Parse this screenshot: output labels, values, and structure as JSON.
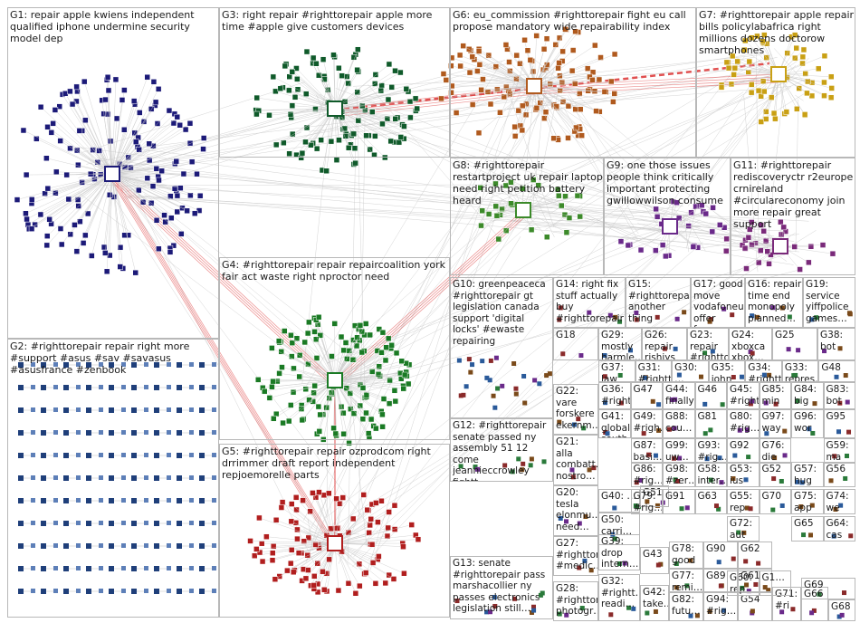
{
  "graph": {
    "colors": {
      "g1": "#1c1a78",
      "g2": "#1f3f7a",
      "g3": "#0f5a2a",
      "g4": "#1a7a24",
      "g5": "#b11e1e",
      "g6": "#b05a1e",
      "g7": "#c9a014",
      "g8": "#3c8a2a",
      "g9": "#6a2a8a",
      "g11": "#7a2a7a",
      "edge": "#c9c9c9",
      "inter": "#dd3333"
    },
    "groups": [
      {
        "id": "G1",
        "label": "G1: repair apple kwiens independent qualified iphone undermine security model dep"
      },
      {
        "id": "G2",
        "label": "G2: #righttorepair repair right more #support #asus #sav #savasus #asusfrance #zenbook"
      },
      {
        "id": "G3",
        "label": "G3: right repair #righttorepair apple more time #apple give customers devices"
      },
      {
        "id": "G4",
        "label": "G4: #righttorepair repair repaircoalition york fair act waste right nproctor need"
      },
      {
        "id": "G5",
        "label": "G5: #righttorepair repair ozprodcom right drrimmer draft report independent repjoemorelle parts"
      },
      {
        "id": "G6",
        "label": "G6: eu_commission #righttorepair fight eu call propose mandatory wide repairability index"
      },
      {
        "id": "G7",
        "label": "G7: #righttorepair apple repair bills policylabafrica right millions dozens doctorow smartphones"
      },
      {
        "id": "G8",
        "label": "G8: #righttorepair restartproject uk repair laptop need right petition battery heard"
      },
      {
        "id": "G9",
        "label": "G9: one those issues people think critically important protecting gwillowwilson consume"
      },
      {
        "id": "G10",
        "label": "G10: greenpeaceca #righttorepair gt legislation canada support 'digital locks' #ewaste repairing"
      },
      {
        "id": "G11",
        "label": "G11: #righttorepair rediscoveryctr r2europe crnireland #circulareconomy join more repair great support"
      },
      {
        "id": "G12",
        "label": "G12: #righttorepair senate passed ny assembly 51 12 come jeannieccrowley fightt…"
      },
      {
        "id": "G13",
        "label": "G13: senate #righttorepair pass marshacollier ny passes electronics legislation still…"
      },
      {
        "id": "G14",
        "label": "G14: right fix stuff actually buy #righttorepair…"
      },
      {
        "id": "G15",
        "label": "G15: #righttorepair another thing consumer…"
      },
      {
        "id": "G16",
        "label": "G16: repair time end monopoly planned…"
      },
      {
        "id": "G17",
        "label": "G17: good move vodafoneuk offer free…"
      },
      {
        "id": "G18",
        "label": "G18"
      },
      {
        "id": "G19",
        "label": "G19: service yiffpolice games…"
      },
      {
        "id": "G20",
        "label": "G20: tesla elonmu… need…"
      },
      {
        "id": "G21",
        "label": "G21: alla combatt… nostro…"
      },
      {
        "id": "G22",
        "label": "G22: vare forskere ekernm…"
      },
      {
        "id": "G23",
        "label": "G23: repair #rightto…"
      },
      {
        "id": "G24",
        "label": "G24: xboxca xbox…"
      },
      {
        "id": "G25",
        "label": "G25"
      },
      {
        "id": "G26",
        "label": "G26: repair rishiys"
      },
      {
        "id": "G27",
        "label": "G27: #righttorepair #medic…"
      },
      {
        "id": "G28",
        "label": "G28: #righttorepair photogr…"
      },
      {
        "id": "G29",
        "label": "G29: mostly harmle…"
      },
      {
        "id": "G30",
        "label": "G30: …"
      },
      {
        "id": "G31",
        "label": "G31: #rightt… friendl…"
      },
      {
        "id": "G32",
        "label": "G32: #rightt… readi…"
      },
      {
        "id": "G33",
        "label": "G33: repres… tom"
      },
      {
        "id": "G34",
        "label": "G34: #rightt… legisla…"
      },
      {
        "id": "G35",
        "label": "G35: john deere"
      },
      {
        "id": "G36",
        "label": "G36: #right…"
      },
      {
        "id": "G37",
        "label": "G37: law called"
      },
      {
        "id": "G38",
        "label": "G38: bot"
      },
      {
        "id": "G39",
        "label": "G39: drop intern…"
      },
      {
        "id": "G40",
        "label": "G40: …"
      },
      {
        "id": "G41",
        "label": "G41: global south…"
      },
      {
        "id": "G42",
        "label": "G42: take…"
      },
      {
        "id": "G43",
        "label": "G43"
      },
      {
        "id": "G44",
        "label": "G44: finally…"
      },
      {
        "id": "G45",
        "label": "G45: #rightt…"
      },
      {
        "id": "G46",
        "label": "G46"
      },
      {
        "id": "G47",
        "label": "G47"
      },
      {
        "id": "G48",
        "label": "G48"
      },
      {
        "id": "G49",
        "label": "G49: #righ…"
      },
      {
        "id": "G50",
        "label": "G50: carri…"
      },
      {
        "id": "G51",
        "label": "G51"
      },
      {
        "id": "G52",
        "label": "G52"
      },
      {
        "id": "G53",
        "label": "G53: ius"
      },
      {
        "id": "G54",
        "label": "G54"
      },
      {
        "id": "G55",
        "label": "G55: rep"
      },
      {
        "id": "G56",
        "label": "G56"
      },
      {
        "id": "G57",
        "label": "G57: hug"
      },
      {
        "id": "G58",
        "label": "G58: inter…"
      },
      {
        "id": "G59",
        "label": "G59: ma"
      },
      {
        "id": "G60",
        "label": "G60: rep"
      },
      {
        "id": "G61",
        "label": "G61"
      },
      {
        "id": "G62",
        "label": "G62"
      },
      {
        "id": "G63",
        "label": "G63"
      },
      {
        "id": "G64",
        "label": "G64: cas"
      },
      {
        "id": "G65",
        "label": "G65"
      },
      {
        "id": "G66",
        "label": "G66"
      },
      {
        "id": "G68",
        "label": "G68"
      },
      {
        "id": "G69",
        "label": "G69"
      },
      {
        "id": "G70",
        "label": "G70"
      },
      {
        "id": "G71",
        "label": "G71: #ri"
      },
      {
        "id": "G72",
        "label": "G72: aut"
      },
      {
        "id": "G74",
        "label": "G74: we"
      },
      {
        "id": "G75",
        "label": "G75: app"
      },
      {
        "id": "G76",
        "label": "G76: die"
      },
      {
        "id": "G77",
        "label": "G77: remi…"
      },
      {
        "id": "G78",
        "label": "G78: good"
      },
      {
        "id": "G79",
        "label": "G79: #rig…"
      },
      {
        "id": "G80",
        "label": "G80: #rig…"
      },
      {
        "id": "G81",
        "label": "G81"
      },
      {
        "id": "G82",
        "label": "G82: futu…"
      },
      {
        "id": "G83",
        "label": "G83: bot"
      },
      {
        "id": "G84",
        "label": "G84: big"
      },
      {
        "id": "G85",
        "label": "G85: min"
      },
      {
        "id": "G86",
        "label": "G86: #rig…"
      },
      {
        "id": "G87",
        "label": "G87: basi…"
      },
      {
        "id": "G88",
        "label": "G88: cou…"
      },
      {
        "id": "G89",
        "label": "G89"
      },
      {
        "id": "G90",
        "label": "G90"
      },
      {
        "id": "G91",
        "label": "G91"
      },
      {
        "id": "G92",
        "label": "G92"
      },
      {
        "id": "G93",
        "label": "G93: #rig…"
      },
      {
        "id": "G94",
        "label": "G94: #rig…"
      },
      {
        "id": "G95",
        "label": "G95"
      },
      {
        "id": "G96",
        "label": "G96: wor"
      },
      {
        "id": "G97",
        "label": "G97: way"
      },
      {
        "id": "G98",
        "label": "G98: #zer…"
      },
      {
        "id": "G99",
        "label": "G99: uw…"
      },
      {
        "id": "G100",
        "label": "G1…"
      }
    ]
  }
}
